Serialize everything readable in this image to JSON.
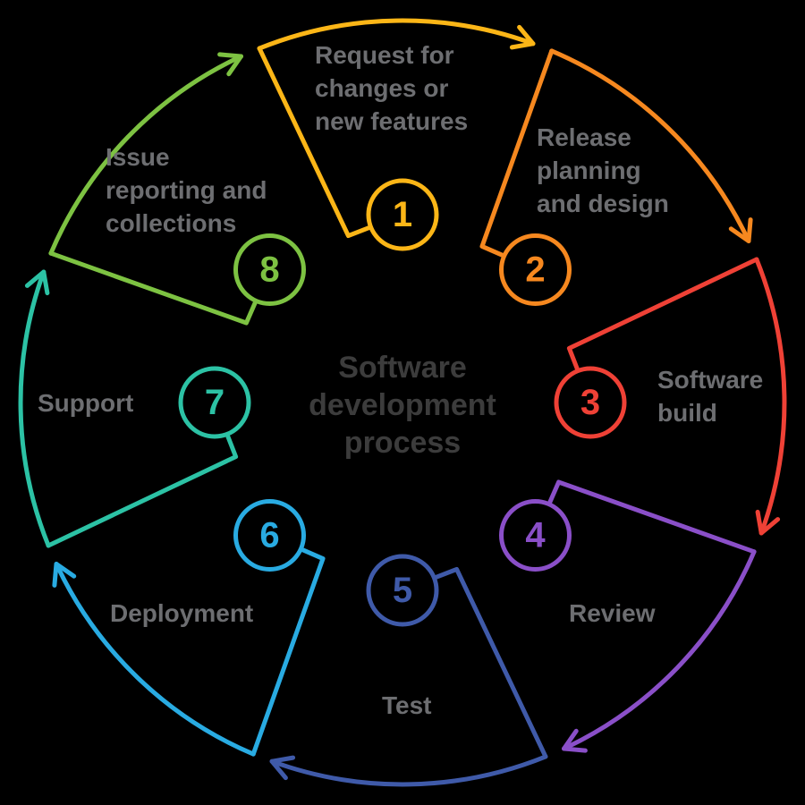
{
  "diagram": {
    "background_color": "#000000",
    "label_color": "#6d6e71",
    "center_title": {
      "color": "#3c3c3c",
      "lines": [
        "Software",
        "development",
        "process"
      ]
    },
    "steps": [
      {
        "number": "1",
        "color": "#fcb617",
        "label": "Request for changes or new features",
        "label_lines": [
          "Request for",
          "changes or",
          "new features"
        ]
      },
      {
        "number": "2",
        "color": "#f6881f",
        "label": "Release planning and design",
        "label_lines": [
          "Release",
          "planning",
          "and design"
        ]
      },
      {
        "number": "3",
        "color": "#ef4136",
        "label": "Software build",
        "label_lines": [
          "Software",
          "build"
        ]
      },
      {
        "number": "4",
        "color": "#8a4fc8",
        "label": "Review",
        "label_lines": [
          "Review"
        ]
      },
      {
        "number": "5",
        "color": "#3f5aa9",
        "label": "Test",
        "label_lines": [
          "Test"
        ]
      },
      {
        "number": "6",
        "color": "#29abe2",
        "label": "Deployment",
        "label_lines": [
          "Deployment"
        ]
      },
      {
        "number": "7",
        "color": "#2cc2a5",
        "label": "Support",
        "label_lines": [
          "Support"
        ]
      },
      {
        "number": "8",
        "color": "#7dc242",
        "label": "Issue reporting and collections",
        "label_lines": [
          "Issue",
          "reporting and",
          "collections"
        ]
      }
    ]
  }
}
